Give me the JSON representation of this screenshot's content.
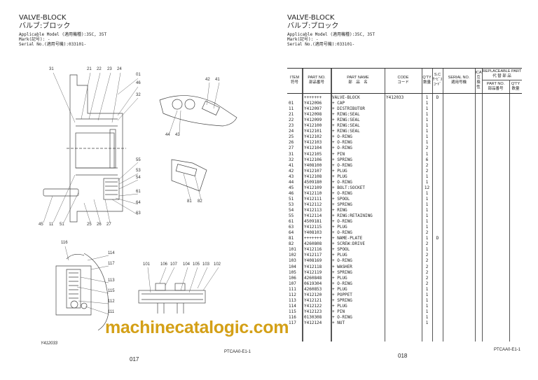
{
  "left_page": {
    "title_en": "VALVE-BLOCK",
    "title_jp": "バルブ:ブロック",
    "applicable_model": "Applicable Model (適用機種):35C, 35T",
    "mark": "Mark(記号): -",
    "serial": "Serial No.(適用号機):033101-",
    "figure_code": "Y412033",
    "doc_code": "PTCAA0-E1-1",
    "page_number": "017"
  },
  "right_page": {
    "title_en": "VALVE-BLOCK",
    "title_jp": "バルブ:ブロック",
    "applicable_model": "Applicable Model (適用機種):35C, 35T",
    "mark": "Mark(記号): -",
    "serial": "Serial No.(適用号機):033101-",
    "doc_code": "PTCAA0-E1-1",
    "page_number": "018"
  },
  "diagram": {
    "callouts": [
      "31",
      "21",
      "22",
      "23",
      "24",
      "01",
      "46",
      "32",
      "42",
      "41",
      "44",
      "43",
      "55",
      "53",
      "54",
      "61",
      "64",
      "63",
      "81",
      "82",
      "45",
      "11",
      "51",
      "25",
      "26",
      "27",
      "116",
      "114",
      "117",
      "113",
      "115",
      "112",
      "111",
      "101",
      "106",
      "107",
      "104",
      "105",
      "103",
      "102"
    ]
  },
  "watermark": "machinecatalogic.com",
  "table": {
    "headers": {
      "item": "ITEM",
      "item_jp": "符号",
      "part_no": "PART NO.",
      "part_no_jp": "部品番号",
      "part_name": "PART NAME",
      "part_name_jp": "部　品　名",
      "code": "CODE",
      "code_jp": "コード",
      "qty": "Q'TY",
      "qty_jp": "数量",
      "sc": "S.C",
      "sc_jp1": "ｻｰﾋﾞｽ",
      "sc_jp2": "ｺｰﾄﾞ",
      "serial": "SERIAL NO.",
      "serial_jp": "適用号機",
      "ica": "ICA",
      "ica_jp1": "互",
      "ica_jp2": "換",
      "ica_jp3": "性",
      "replaceable": "REPLACEABLE PART",
      "replaceable_jp": "代 替 部 品",
      "rep_part_no": "PART NO.",
      "rep_part_no_jp": "部品番号",
      "rep_qty": "Q'TY",
      "rep_qty_jp": "数量"
    },
    "rows": [
      {
        "item": "",
        "part_no": "+++++++",
        "name": "VALVE-BLOCK",
        "code": "Y412033",
        "qty": "1",
        "sc": "D"
      },
      {
        "item": "01",
        "part_no": "Y412096",
        "name": "+ CAP",
        "code": "",
        "qty": "1",
        "sc": ""
      },
      {
        "item": "11",
        "part_no": "Y412097",
        "name": "+ DISTRIBUTOR",
        "code": "",
        "qty": "1",
        "sc": ""
      },
      {
        "item": "21",
        "part_no": "Y412098",
        "name": "+ RING:SEAL",
        "code": "",
        "qty": "1",
        "sc": ""
      },
      {
        "item": "22",
        "part_no": "Y412099",
        "name": "+ RING:SEAL",
        "code": "",
        "qty": "1",
        "sc": ""
      },
      {
        "item": "23",
        "part_no": "Y412100",
        "name": "+ RING:SEAL",
        "code": "",
        "qty": "1",
        "sc": ""
      },
      {
        "item": "24",
        "part_no": "Y412101",
        "name": "+ RING:SEAL",
        "code": "",
        "qty": "1",
        "sc": ""
      },
      {
        "item": "25",
        "part_no": "Y412102",
        "name": "+ O-RING",
        "code": "",
        "qty": "1",
        "sc": ""
      },
      {
        "item": "26",
        "part_no": "Y412103",
        "name": "+ O-RING",
        "code": "",
        "qty": "1",
        "sc": ""
      },
      {
        "item": "27",
        "part_no": "Y412104",
        "name": "+ O-RING",
        "code": "",
        "qty": "2",
        "sc": ""
      },
      {
        "item": "31",
        "part_no": "Y412105",
        "name": "+ PIN",
        "code": "",
        "qty": "1",
        "sc": ""
      },
      {
        "item": "32",
        "part_no": "Y412106",
        "name": "+ SPRING",
        "code": "",
        "qty": "6",
        "sc": ""
      },
      {
        "item": "41",
        "part_no": "Y408100",
        "name": "+ O-RING",
        "code": "",
        "qty": "2",
        "sc": ""
      },
      {
        "item": "42",
        "part_no": "Y412107",
        "name": "+ PLUG",
        "code": "",
        "qty": "2",
        "sc": ""
      },
      {
        "item": "43",
        "part_no": "Y412108",
        "name": "+ PLUG",
        "code": "",
        "qty": "1",
        "sc": ""
      },
      {
        "item": "44",
        "part_no": "4509180",
        "name": "+ O-RING",
        "code": "",
        "qty": "1",
        "sc": ""
      },
      {
        "item": "45",
        "part_no": "Y412109",
        "name": "+ BOLT:SOCKET",
        "code": "",
        "qty": "12",
        "sc": ""
      },
      {
        "item": "46",
        "part_no": "Y412110",
        "name": "+ O-RING",
        "code": "",
        "qty": "1",
        "sc": ""
      },
      {
        "item": "51",
        "part_no": "Y412111",
        "name": "+ SPOOL",
        "code": "",
        "qty": "1",
        "sc": ""
      },
      {
        "item": "53",
        "part_no": "Y412112",
        "name": "+ SPRING",
        "code": "",
        "qty": "1",
        "sc": ""
      },
      {
        "item": "54",
        "part_no": "Y412113",
        "name": "+ RING",
        "code": "",
        "qty": "1",
        "sc": ""
      },
      {
        "item": "55",
        "part_no": "Y412114",
        "name": "+ RING:RETAINING",
        "code": "",
        "qty": "1",
        "sc": ""
      },
      {
        "item": "61",
        "part_no": "4509181",
        "name": "+ O-RING",
        "code": "",
        "qty": "1",
        "sc": ""
      },
      {
        "item": "63",
        "part_no": "Y412115",
        "name": "+ PLUG",
        "code": "",
        "qty": "1",
        "sc": ""
      },
      {
        "item": "64",
        "part_no": "Y408103",
        "name": "+ O-RING",
        "code": "",
        "qty": "2",
        "sc": ""
      },
      {
        "item": "81",
        "part_no": "+++++++",
        "name": "+ NAME-PLATE",
        "code": "",
        "qty": "1",
        "sc": "D"
      },
      {
        "item": "82",
        "part_no": "4260808",
        "name": "+ SCREW:DRIVE",
        "code": "",
        "qty": "2",
        "sc": ""
      },
      {
        "item": "101",
        "part_no": "Y412116",
        "name": "+ SPOOL",
        "code": "",
        "qty": "1",
        "sc": ""
      },
      {
        "item": "102",
        "part_no": "Y412117",
        "name": "+ PLUG",
        "code": "",
        "qty": "2",
        "sc": ""
      },
      {
        "item": "103",
        "part_no": "Y408169",
        "name": "+ O-RING",
        "code": "",
        "qty": "2",
        "sc": ""
      },
      {
        "item": "104",
        "part_no": "Y412118",
        "name": "+ WASHER",
        "code": "",
        "qty": "2",
        "sc": ""
      },
      {
        "item": "105",
        "part_no": "Y412119",
        "name": "+ SPRING",
        "code": "",
        "qty": "2",
        "sc": ""
      },
      {
        "item": "106",
        "part_no": "4260848",
        "name": "+ PLUG",
        "code": "",
        "qty": "2",
        "sc": ""
      },
      {
        "item": "107",
        "part_no": "0619304",
        "name": "+ O-RING",
        "code": "",
        "qty": "2",
        "sc": ""
      },
      {
        "item": "111",
        "part_no": "4260853",
        "name": "+ PLUG",
        "code": "",
        "qty": "1",
        "sc": ""
      },
      {
        "item": "112",
        "part_no": "Y412120",
        "name": "+ POPPET",
        "code": "",
        "qty": "1",
        "sc": ""
      },
      {
        "item": "113",
        "part_no": "Y412121",
        "name": "+ SPRING",
        "code": "",
        "qty": "1",
        "sc": ""
      },
      {
        "item": "114",
        "part_no": "Y412122",
        "name": "+ PLUG",
        "code": "",
        "qty": "1",
        "sc": ""
      },
      {
        "item": "115",
        "part_no": "Y412123",
        "name": "+ PIN",
        "code": "",
        "qty": "1",
        "sc": ""
      },
      {
        "item": "116",
        "part_no": "0130308",
        "name": "+ O-RING",
        "code": "",
        "qty": "1",
        "sc": ""
      },
      {
        "item": "117",
        "part_no": "Y412124",
        "name": "+ NUT",
        "code": "",
        "qty": "1",
        "sc": ""
      }
    ]
  }
}
